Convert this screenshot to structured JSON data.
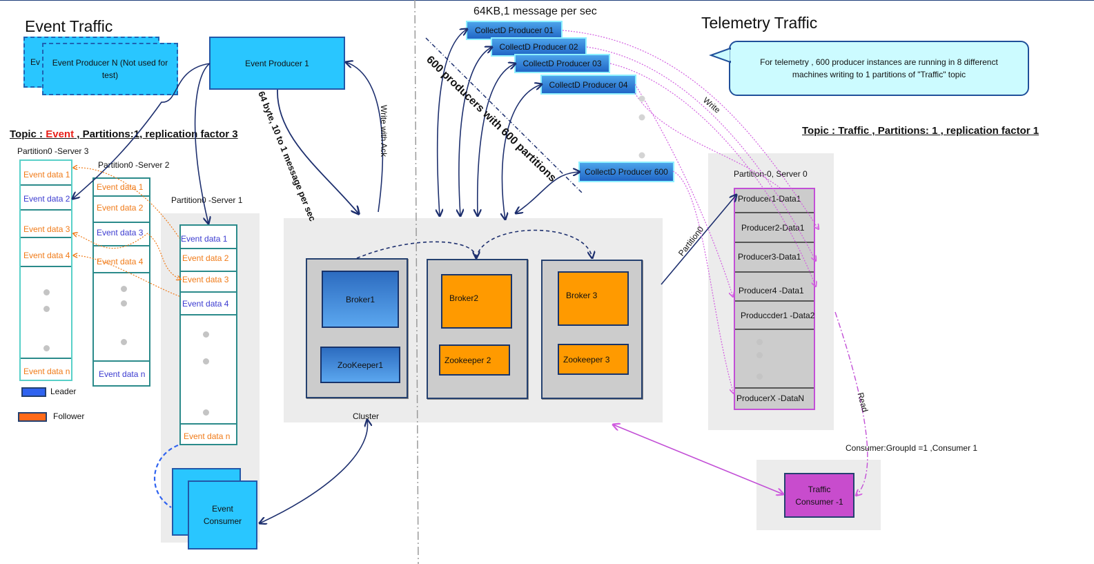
{
  "event": {
    "title": "Event Traffic",
    "producer_n_back": "Ev",
    "producer_n_label": "Event Producer N (Not used for test)",
    "producer_1_label": "Event Producer 1",
    "arrow_note": "64 byte, 10 to 1 message per sec",
    "write_ack": "Write with Ack",
    "topic_prefix": "Topic : ",
    "topic_name": "Event",
    "topic_suffix": " , Partitions:1, replication factor 3",
    "partitions": [
      {
        "label": "Partition0 -Server 3",
        "rows": [
          "Event data 1",
          "Event data 2",
          "Event data 3",
          "Event data 4"
        ],
        "last": "Event data n"
      },
      {
        "label": "Partition0 -Server 2",
        "rows": [
          "Event data 1",
          "Event data 2",
          "Event data 3",
          "Event data 4"
        ],
        "last": "Event data n"
      },
      {
        "label": "Partition0 -Server 1",
        "rows": [
          "Event data 1",
          "Event data 2",
          "Event data 3",
          "Event data 4"
        ],
        "last": "Event data n"
      }
    ],
    "legend": {
      "leader": "Leader",
      "follower": "Follower",
      "leader_color": "#2f63f0",
      "follower_color": "#ff6a1a"
    },
    "consumer_back": "",
    "consumer_label": "Event Consumer"
  },
  "cluster": {
    "label": "Cluster",
    "broker1": "Broker1",
    "zk1": "ZooKeeper1",
    "broker2": "Broker2",
    "zk2": "Zookeeper 2",
    "broker3": "Broker 3",
    "zk3": "Zookeeper 3"
  },
  "telemetry": {
    "title": "Telemetry  Traffic",
    "rate_note": "64KB,1 message per sec",
    "diagonal_note": "600 producers with 600 partitions",
    "producers": [
      "CollectD Producer 01",
      "CollectD Producer 02",
      "CollectD Producer 03",
      "CollectD Producer 04",
      "CollectD Producer 600"
    ],
    "callout": "For telemetry , 600 producer instances are running in 8 differenct machines writing to 1 partitions of \"Traffic\" topic",
    "write_label": "Write",
    "topic": "Topic : Traffic , Partitions: 1 , replication factor 1",
    "partition_label": "Partition-0, Server 0",
    "partition_arrow": "Partition0",
    "rows": [
      "Producer1-Data1",
      "Producer2-Data1",
      "Producer3-Data1",
      "Producer4 -Data1",
      "Produccder1 -Data2"
    ],
    "last_row": "ProducerX -DataN",
    "read_label": "Read",
    "consumer_group": "Consumer:GroupId =1 ,Consumer 1",
    "consumer_label": "Traffic Consumer -1"
  }
}
